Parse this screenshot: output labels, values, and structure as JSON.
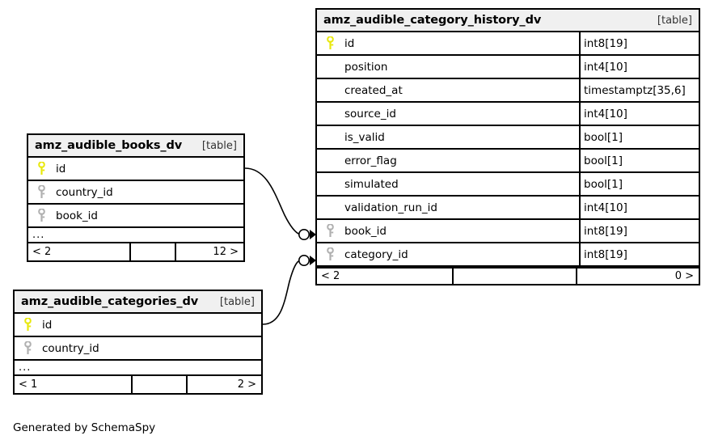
{
  "diagram": {
    "generator_caption": "Generated by SchemaSpy",
    "kind_label": "[table]",
    "ellipsis": "...",
    "colors": {
      "primary_key": "#e8e80c",
      "foreign_key": "#b0b0b0",
      "border": "#000000",
      "header_bg": "#f0f0f0",
      "background": "#ffffff"
    }
  },
  "tables": {
    "category_history": {
      "name": "amz_audible_category_history_dv",
      "kind": "[table]",
      "columns": [
        {
          "name": "id",
          "type": "int8[19]",
          "key": "primary"
        },
        {
          "name": "position",
          "type": "int4[10]",
          "key": "none"
        },
        {
          "name": "created_at",
          "type": "timestamptz[35,6]",
          "key": "none"
        },
        {
          "name": "source_id",
          "type": "int4[10]",
          "key": "none"
        },
        {
          "name": "is_valid",
          "type": "bool[1]",
          "key": "none"
        },
        {
          "name": "error_flag",
          "type": "bool[1]",
          "key": "none"
        },
        {
          "name": "simulated",
          "type": "bool[1]",
          "key": "none"
        },
        {
          "name": "validation_run_id",
          "type": "int4[10]",
          "key": "none"
        },
        {
          "name": "book_id",
          "type": "int8[19]",
          "key": "foreign"
        },
        {
          "name": "category_id",
          "type": "int8[19]",
          "key": "foreign"
        }
      ],
      "footer": {
        "incoming": "< 2",
        "middle": "",
        "outgoing": "0 >"
      }
    },
    "books": {
      "name": "amz_audible_books_dv",
      "kind": "[table]",
      "columns": [
        {
          "name": "id",
          "type": "",
          "key": "primary"
        },
        {
          "name": "country_id",
          "type": "",
          "key": "foreign"
        },
        {
          "name": "book_id",
          "type": "",
          "key": "foreign"
        }
      ],
      "has_ellipsis": true,
      "footer": {
        "incoming": "< 2",
        "middle": "",
        "outgoing": "12 >"
      }
    },
    "categories": {
      "name": "amz_audible_categories_dv",
      "kind": "[table]",
      "columns": [
        {
          "name": "id",
          "type": "",
          "key": "primary"
        },
        {
          "name": "country_id",
          "type": "",
          "key": "foreign"
        }
      ],
      "has_ellipsis": true,
      "footer": {
        "incoming": "< 1",
        "middle": "",
        "outgoing": "2 >"
      }
    }
  },
  "relationships": [
    {
      "from": "books.id",
      "to": "category_history.book_id"
    },
    {
      "from": "categories.id",
      "to": "category_history.category_id"
    }
  ]
}
